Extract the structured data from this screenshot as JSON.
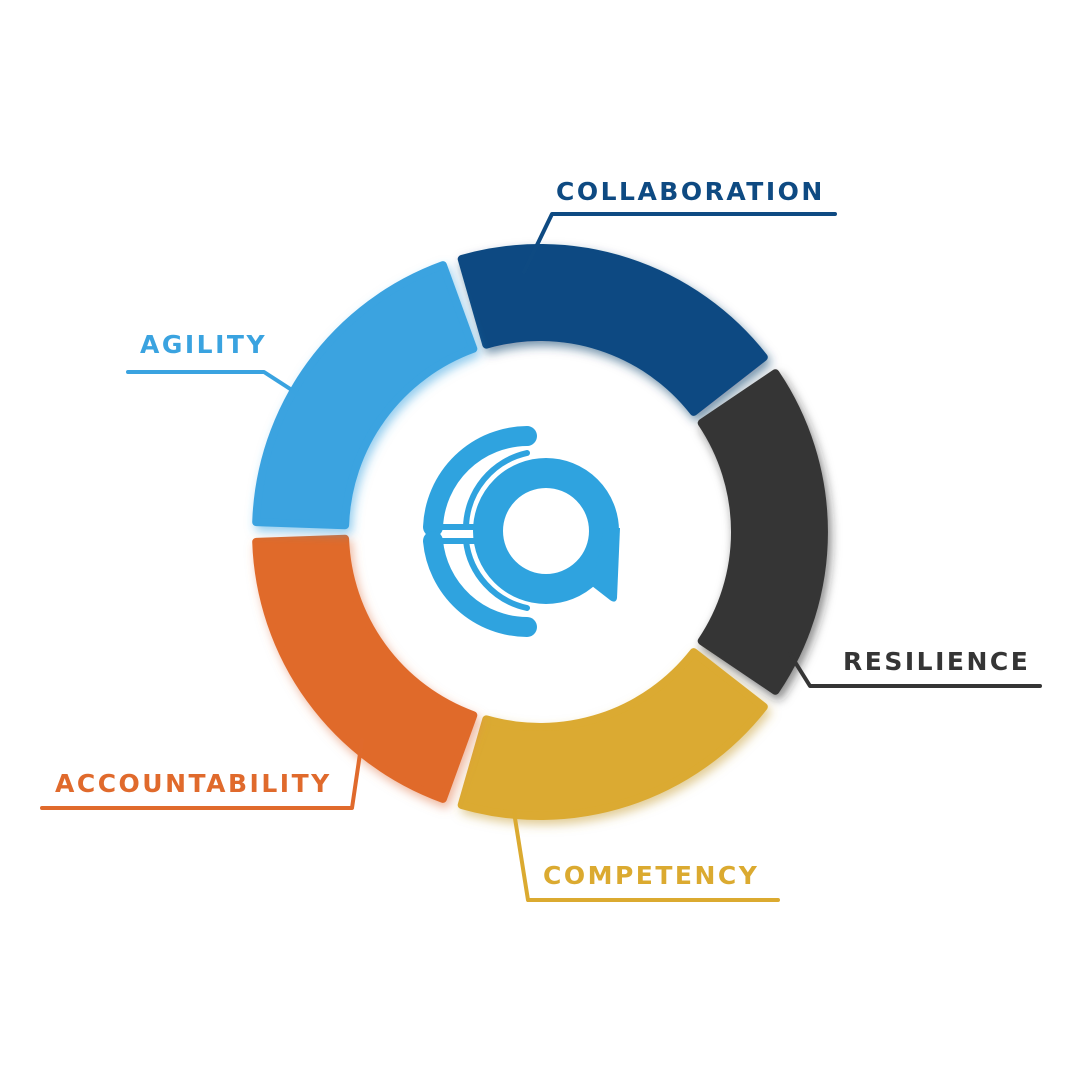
{
  "diagram": {
    "segments": [
      {
        "id": "collaboration",
        "label": "COLLABORATION",
        "color": "#0e4a82"
      },
      {
        "id": "resilience",
        "label": "RESILIENCE",
        "color": "#353535"
      },
      {
        "id": "competency",
        "label": "COMPETENCY",
        "color": "#dbaa30"
      },
      {
        "id": "accountability",
        "label": "ACCOUNTABILITY",
        "color": "#e06a2c"
      },
      {
        "id": "agility",
        "label": "AGILITY",
        "color": "#3aa3e0"
      }
    ],
    "center_logo": {
      "icon": "stylized-a-logo-icon",
      "color": "#2fa3df"
    }
  }
}
